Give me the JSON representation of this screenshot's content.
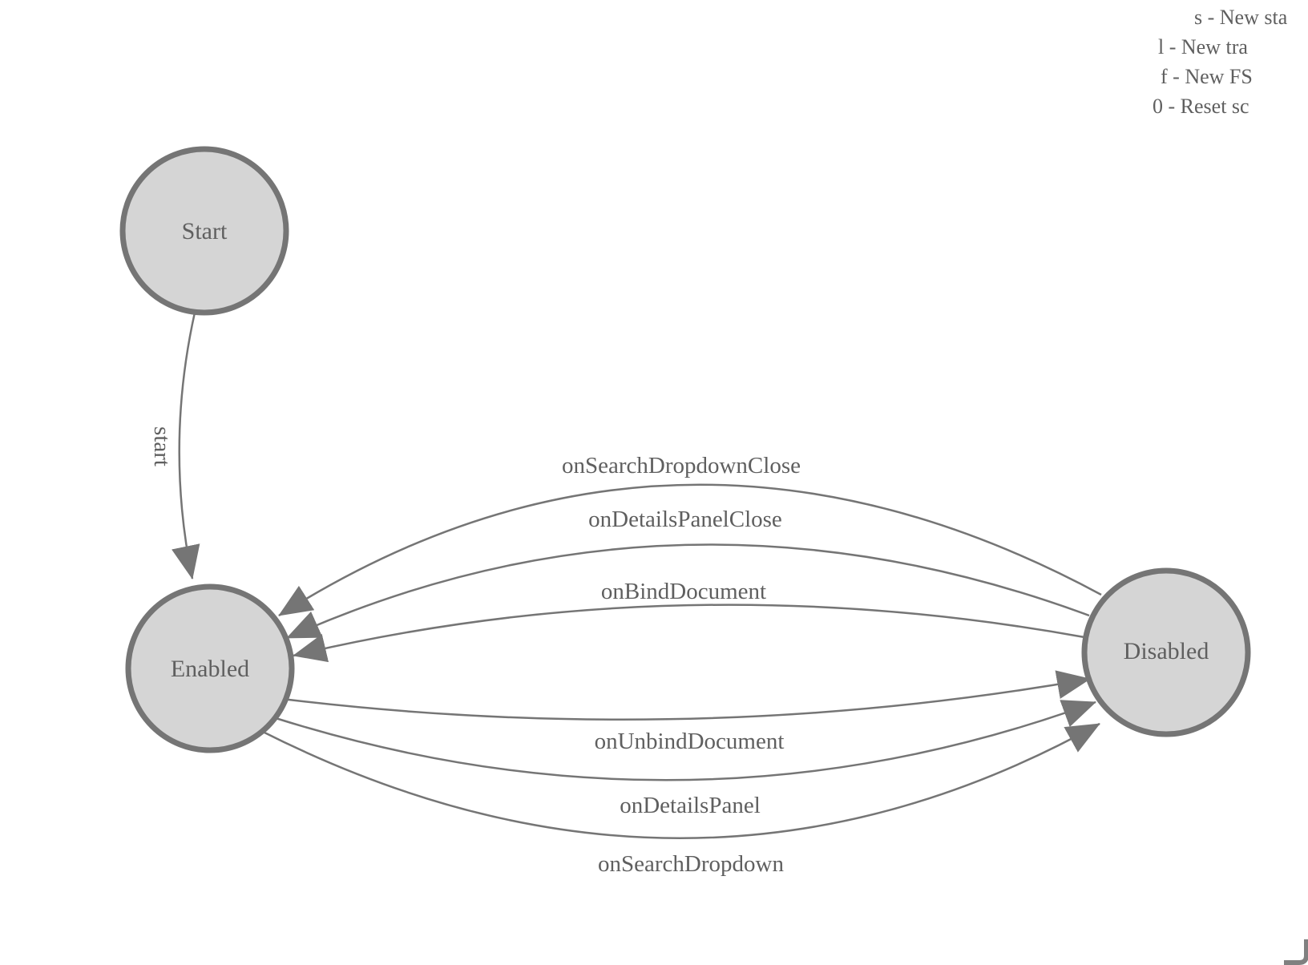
{
  "diagram": {
    "type": "finite-state-machine",
    "nodes": [
      {
        "id": "start",
        "label": "Start"
      },
      {
        "id": "enabled",
        "label": "Enabled"
      },
      {
        "id": "disabled",
        "label": "Disabled"
      }
    ],
    "edges": [
      {
        "label": "start",
        "from": "Start",
        "to": "Enabled"
      },
      {
        "label": "onSearchDropdownClose",
        "from": "Disabled",
        "to": "Enabled"
      },
      {
        "label": "onDetailsPanelClose",
        "from": "Disabled",
        "to": "Enabled"
      },
      {
        "label": "onBindDocument",
        "from": "Disabled",
        "to": "Enabled"
      },
      {
        "label": "onUnbindDocument",
        "from": "Enabled",
        "to": "Disabled"
      },
      {
        "label": "onDetailsPanel",
        "from": "Enabled",
        "to": "Disabled"
      },
      {
        "label": "onSearchDropdown",
        "from": "Enabled",
        "to": "Disabled"
      }
    ]
  },
  "legend": {
    "lines": [
      "s - New sta",
      "l - New tra",
      "f - New FS",
      "0 - Reset sc"
    ]
  },
  "colors": {
    "background": "#ffffff",
    "node_fill": "#d5d5d5",
    "node_stroke": "#757575",
    "edge_stroke": "#757575",
    "arrow_fill": "#757575",
    "label_text": "#5f5f5f",
    "legend_text": "#5f5f5f",
    "corner_widget": "#808080"
  }
}
